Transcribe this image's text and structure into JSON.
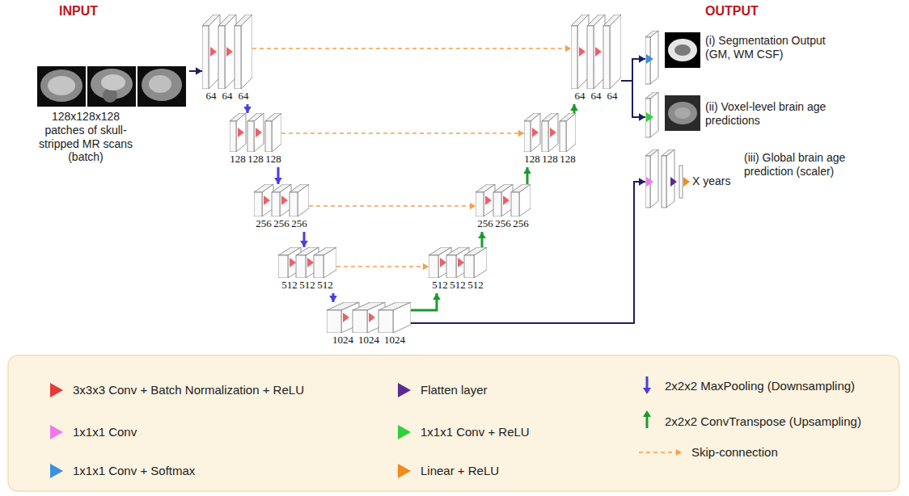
{
  "diagram": {
    "nodes": [
      {
        "text": [
          "128x128x128 patches of skull-stripped MR scans (batch)"
        ]
      },
      {
        "text": [
          "64",
          "64",
          "64"
        ]
      },
      {
        "text": [
          "128",
          "128",
          "128"
        ]
      },
      {
        "text": [
          "256",
          "256",
          "256"
        ]
      },
      {
        "text": [
          "512",
          "512",
          "512"
        ]
      },
      {
        "text": [
          "1024",
          "1024",
          "1024"
        ]
      },
      {
        "text": [
          "512",
          "512",
          "512"
        ]
      },
      {
        "text": [
          "256",
          "256",
          "256"
        ]
      },
      {
        "text": [
          "128",
          "128",
          "128"
        ]
      },
      {
        "text": [
          "64",
          "64",
          "64"
        ]
      },
      {
        "text": [
          "(i) Segmentation Output (GM, WM CSF)"
        ]
      },
      {
        "text": [
          "(ii) Voxel-level brain age predictions"
        ]
      },
      {
        "text": [
          "X years",
          "(iii) Global brain age prediction (scaler)"
        ]
      }
    ],
    "edges": [
      {
        "from": 0,
        "to": 1,
        "arrow": "to"
      },
      {
        "from": 1,
        "to": 2,
        "arrow": "to"
      },
      {
        "from": 2,
        "to": 3,
        "arrow": "to"
      },
      {
        "from": 3,
        "to": 4,
        "arrow": "to"
      },
      {
        "from": 4,
        "to": 5,
        "arrow": "to"
      },
      {
        "from": 1,
        "to": 9,
        "arrow": "to"
      },
      {
        "from": 2,
        "to": 8,
        "arrow": "to"
      },
      {
        "from": 3,
        "to": 7,
        "arrow": "to"
      },
      {
        "from": 4,
        "to": 6,
        "arrow": "to"
      },
      {
        "from": 5,
        "to": 6,
        "arrow": "to"
      },
      {
        "from": 6,
        "to": 7,
        "arrow": "to"
      },
      {
        "from": 7,
        "to": 8,
        "arrow": "to"
      },
      {
        "from": 8,
        "to": 9,
        "arrow": "to"
      },
      {
        "from": 9,
        "to": 10,
        "arrow": "to"
      },
      {
        "from": 9,
        "to": 11,
        "arrow": "to"
      },
      {
        "from": 5,
        "to": 12,
        "arrow": "to"
      }
    ],
    "labels": [
      "INPUT",
      "OUTPUT"
    ],
    "legend": [
      {
        "text": "3x3x3 Conv + Batch Normalization + ReLU",
        "color": "#e63a3a"
      },
      {
        "text": "Flatten layer",
        "color": "#5b2c8f"
      },
      {
        "text": "2x2x2 MaxPooling (Downsampling)"
      },
      {
        "text": "1x1x1 Conv",
        "color": "#ec7be8"
      },
      {
        "text": "1x1x1 Conv + ReLU",
        "color": "#2fd03a"
      },
      {
        "text": "2x2x2 ConvTranspose (Upsampling)"
      },
      {
        "text": "1x1x1 Conv + Softmax",
        "color": "#3d8fe0"
      },
      {
        "text": "Linear + ReLU",
        "color": "#f08b1c"
      },
      {
        "text": "Skip-connection"
      }
    ]
  }
}
